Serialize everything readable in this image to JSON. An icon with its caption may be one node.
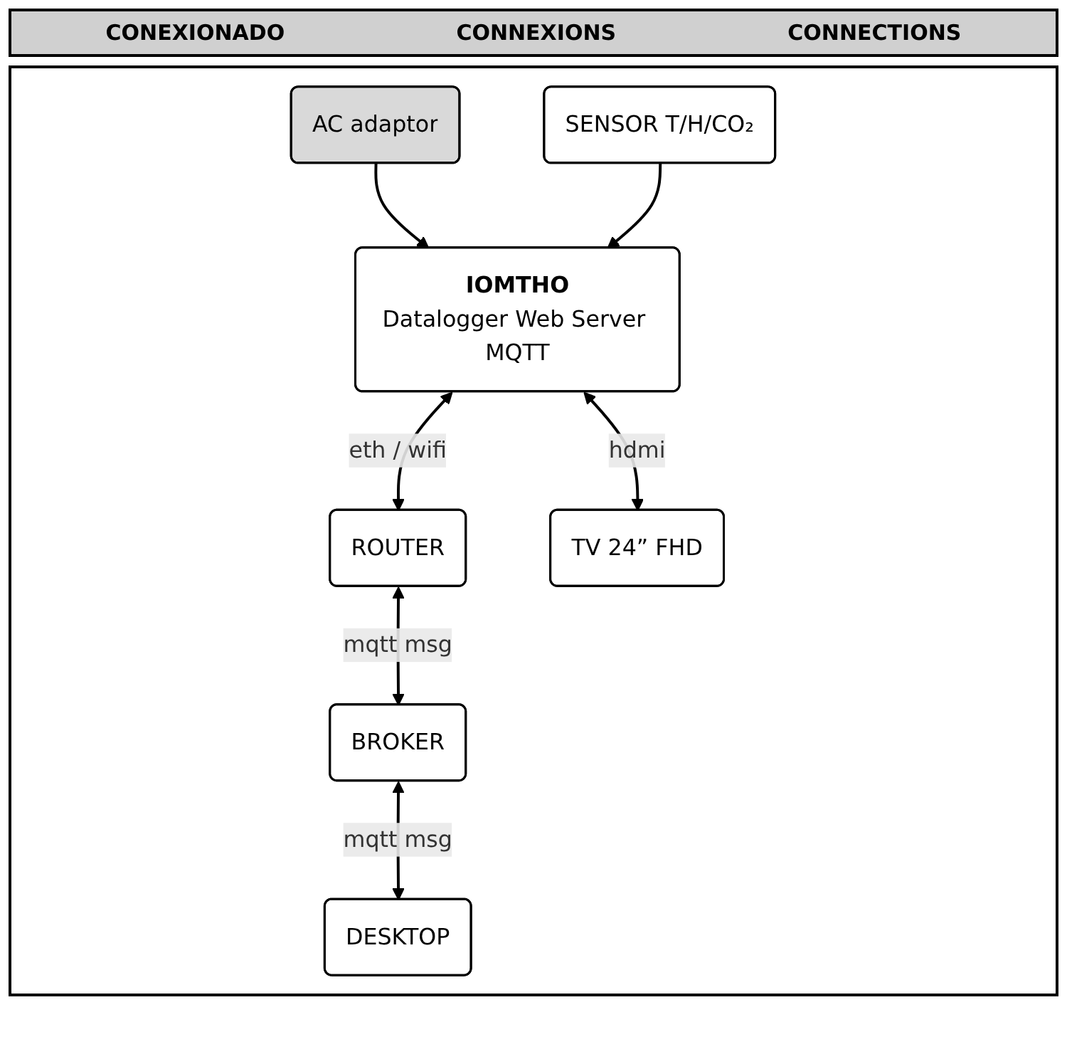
{
  "diagram": {
    "nodes": [
      {
        "text": [
          "AC adaptor"
        ]
      },
      {
        "text": [
          "IOMTHO",
          "Datalogger Web Server MQTT"
        ]
      },
      {
        "text": [
          "SENSOR T/H/CO₂"
        ]
      },
      {
        "text": [
          "ROUTER"
        ]
      },
      {
        "text": [
          "BROKER"
        ]
      },
      {
        "text": [
          "DESKTOP"
        ]
      },
      {
        "text": [
          "TV 24” FHD"
        ]
      }
    ],
    "edges": [
      {
        "from": 0,
        "to": 1,
        "arrow": "to"
      },
      {
        "from": 2,
        "to": 1,
        "arrow": "to"
      },
      {
        "from": 1,
        "to": 3,
        "arrow": "both",
        "label": "eth / wifi"
      },
      {
        "from": 3,
        "to": 4,
        "arrow": "both",
        "label": "mqtt msg"
      },
      {
        "from": 4,
        "to": 5,
        "arrow": "both",
        "label": "mqtt msg"
      },
      {
        "from": 1,
        "to": 6,
        "arrow": "both",
        "label": "hdmi"
      }
    ],
    "labels": [
      "CONEXIONADO",
      "CONNEXIONS",
      "CONNECTIONS"
    ]
  }
}
